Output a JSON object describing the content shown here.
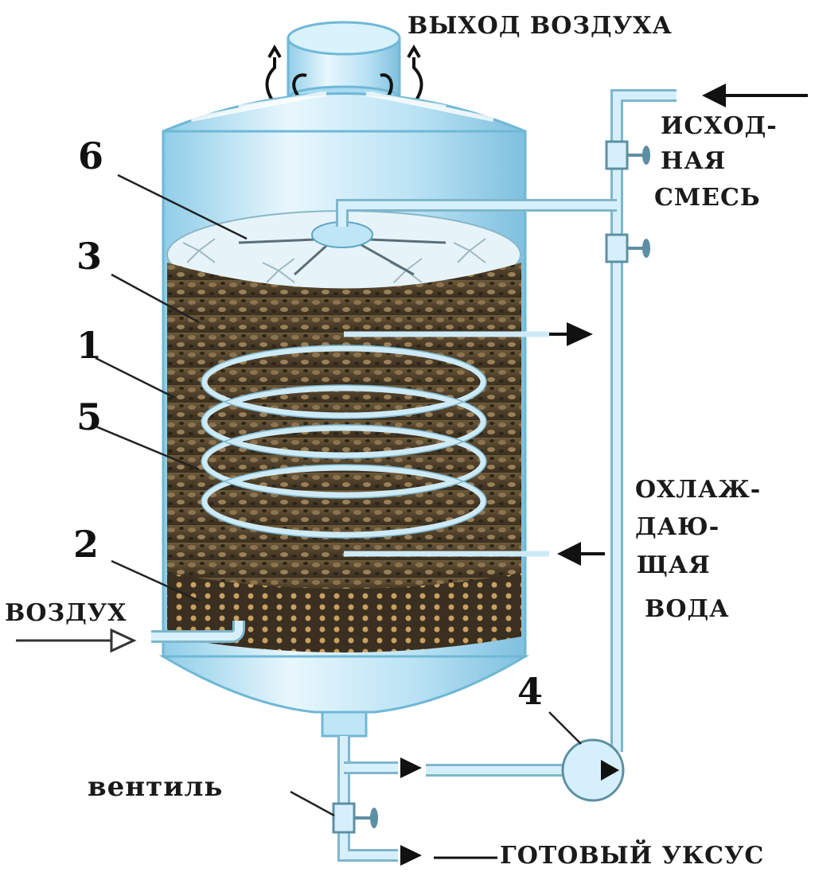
{
  "labels": {
    "air_out": "ВЫХОД ВОЗДУХА",
    "source_mix_1": "ИСХОД-",
    "source_mix_2": "НАЯ",
    "source_mix_3": "СМЕСЬ",
    "cooling_1": "ОХЛАЖ-",
    "cooling_2": "ДАЮ-",
    "cooling_3": "ЩАЯ",
    "cooling_4": "ВОДА",
    "air_in": "ВОЗДУХ",
    "valve": "вентиль",
    "vinegar": "ГОТОВЫЙ УКСУС"
  },
  "callouts": {
    "n6": "6",
    "n3": "3",
    "n1": "1",
    "n5": "5",
    "n2": "2",
    "n4": "4"
  },
  "colors": {
    "vessel": "#bfe6f7",
    "vessel_edge": "#6fb8d6",
    "packing": "#5a4a32",
    "pipe": "#d6f0fb",
    "pipe_edge": "#7fb6cc",
    "arrow": "#111111"
  }
}
